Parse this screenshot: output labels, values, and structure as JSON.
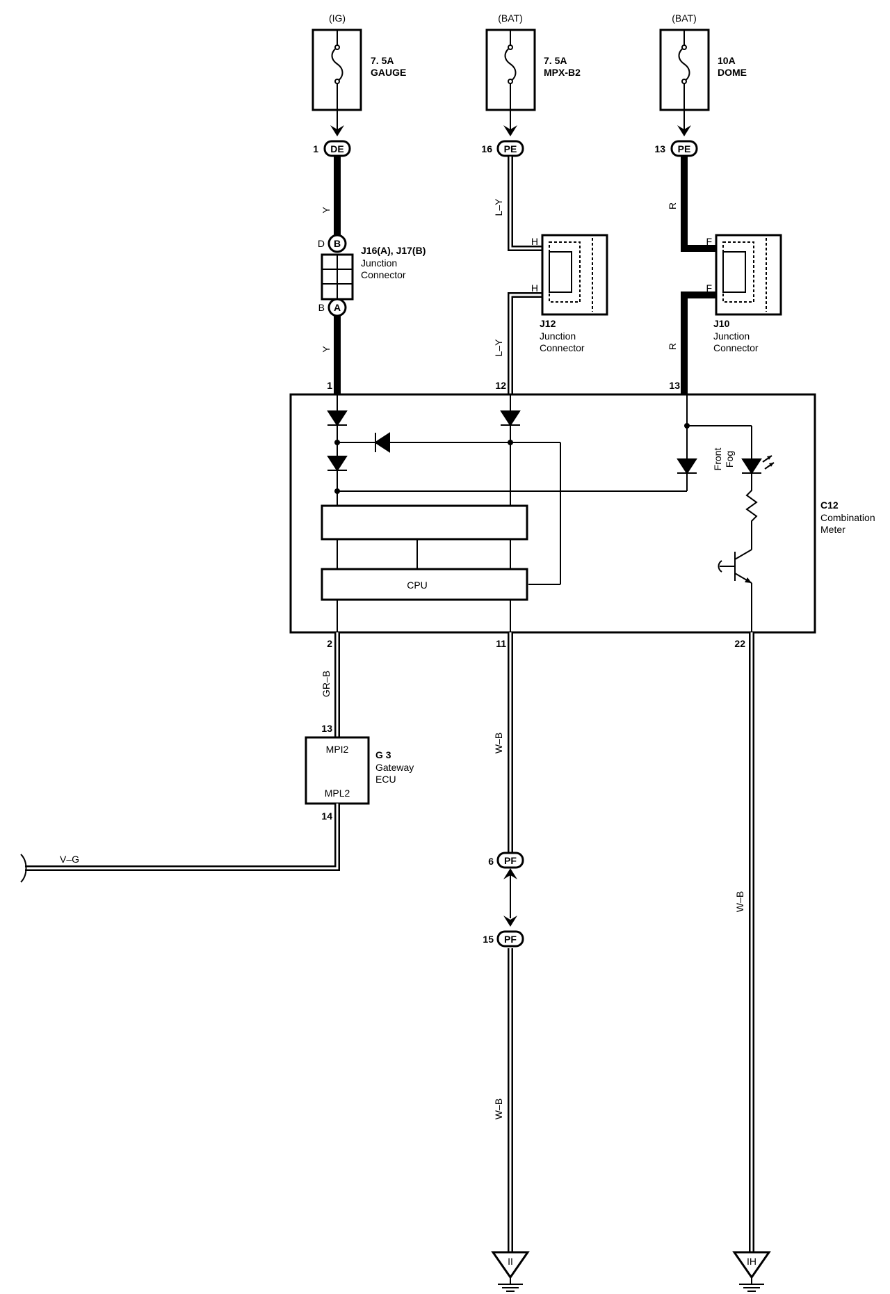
{
  "fuses": [
    {
      "supply": "(IG)",
      "rating": "7. 5A",
      "name": "GAUGE"
    },
    {
      "supply": "(BAT)",
      "rating": "7. 5A",
      "name": "MPX-B2"
    },
    {
      "supply": "(BAT)",
      "rating": "10A",
      "name": "DOME"
    }
  ],
  "connectors": {
    "de": {
      "code": "DE",
      "pin": "1"
    },
    "pe_b2": {
      "code": "PE",
      "pin": "16"
    },
    "pe_dome": {
      "code": "PE",
      "pin": "13"
    },
    "pf_top": {
      "code": "PF",
      "pin": "6"
    },
    "pf_bottom": {
      "code": "PF",
      "pin": "15"
    }
  },
  "junction_j16": {
    "title": "J16(A), J17(B)",
    "line1": "Junction",
    "line2": "Connector",
    "top_pin": "D",
    "top_code": "B",
    "bottom_pin": "B",
    "bottom_code": "A"
  },
  "junction_j12": {
    "id": "J12",
    "line1": "Junction",
    "line2": "Connector",
    "pin_top": "H",
    "pin_bottom": "H"
  },
  "junction_j10": {
    "id": "J10",
    "line1": "Junction",
    "line2": "Connector",
    "pin_top": "F",
    "pin_bottom": "F"
  },
  "wire_colors": {
    "y_upper": "Y",
    "y_lower": "Y",
    "ly_upper": "L–Y",
    "ly_lower": "L–Y",
    "r_upper": "R",
    "r_lower": "R",
    "gr_b": "GR–B",
    "w_b_mid": "W–B",
    "w_b_low": "W–B",
    "w_b_right": "W–B",
    "v_g": "V–G"
  },
  "combination_meter": {
    "id": "C12",
    "line1": "Combination",
    "line2": "Meter",
    "cpu": "CPU",
    "front": "Front",
    "fog": "Fog",
    "pins": {
      "top_left": "1",
      "top_mid": "12",
      "top_right": "13",
      "bottom_left": "2",
      "bottom_mid": "11",
      "bottom_right": "22"
    }
  },
  "gateway_ecu": {
    "id": "G 3",
    "line1": "Gateway",
    "line2": "ECU",
    "terminal_top": "MPI2",
    "terminal_bottom": "MPL2",
    "pin_top": "13",
    "pin_bottom": "14"
  },
  "grounds": {
    "left": "II",
    "right": "IH"
  }
}
